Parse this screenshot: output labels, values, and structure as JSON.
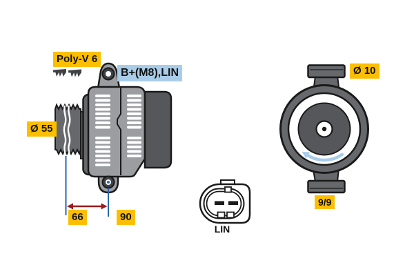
{
  "side_view": {
    "belt_type_label": "Poly-V 6",
    "terminal_label": "B+(M8),LIN",
    "pulley_diameter_label": "Ø 55",
    "dim_pulley_center": "66",
    "dim_mount_hole": "90"
  },
  "connector": {
    "type_label": "LIN"
  },
  "rear_view": {
    "mount_hole_diameter_label": "Ø 10",
    "clock_position_label": "9/9"
  },
  "icons": {
    "belt_profile_icon": "poly-v-belt-cross-section",
    "rotation_arrow_icon": "counterclockwise-rotation-arrow",
    "dimension_arrow_icon": "double-headed-arrow"
  },
  "colors": {
    "label_yellow": "#FCBF00",
    "label_blue": "#A9CDE9",
    "dimension_line_blue": "#2A65B0",
    "dimension_arrow_red": "#9B1B1A",
    "rotation_arrow_blue": "#A9CDE9",
    "body_gray": "#9B9DA0",
    "dark_gray": "#66686C",
    "housing_dark_gray": "#55575B",
    "outline_black": "#1A1A1A"
  }
}
